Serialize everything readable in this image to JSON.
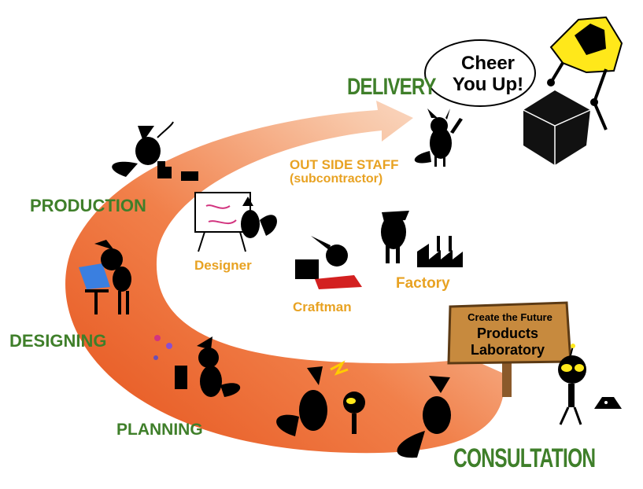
{
  "stages": {
    "delivery": "DELIVERY",
    "production": "PRODUCTION",
    "designing": "DESIGNING",
    "planning": "PLANNING",
    "consultation": "CONSULTATION"
  },
  "outside_staff": {
    "title": "OUT SIDE STAFF",
    "subtitle": "(subcontractor)",
    "roles": [
      "Designer",
      "Craftman",
      "Factory"
    ]
  },
  "speech_bubble": {
    "line1": "Cheer",
    "line2": "You Up!"
  },
  "sign": {
    "line1": "Create the Future",
    "line2": "Products",
    "line3": "Laboratory"
  },
  "colors": {
    "arrow_dark": "#e5521b",
    "arrow_light": "#fbe6d8",
    "stage_green": "#3f7f2a",
    "staff_orange": "#e8a222",
    "sign_wood": "#c78a3e",
    "robot_yellow": "#ffe81a"
  }
}
